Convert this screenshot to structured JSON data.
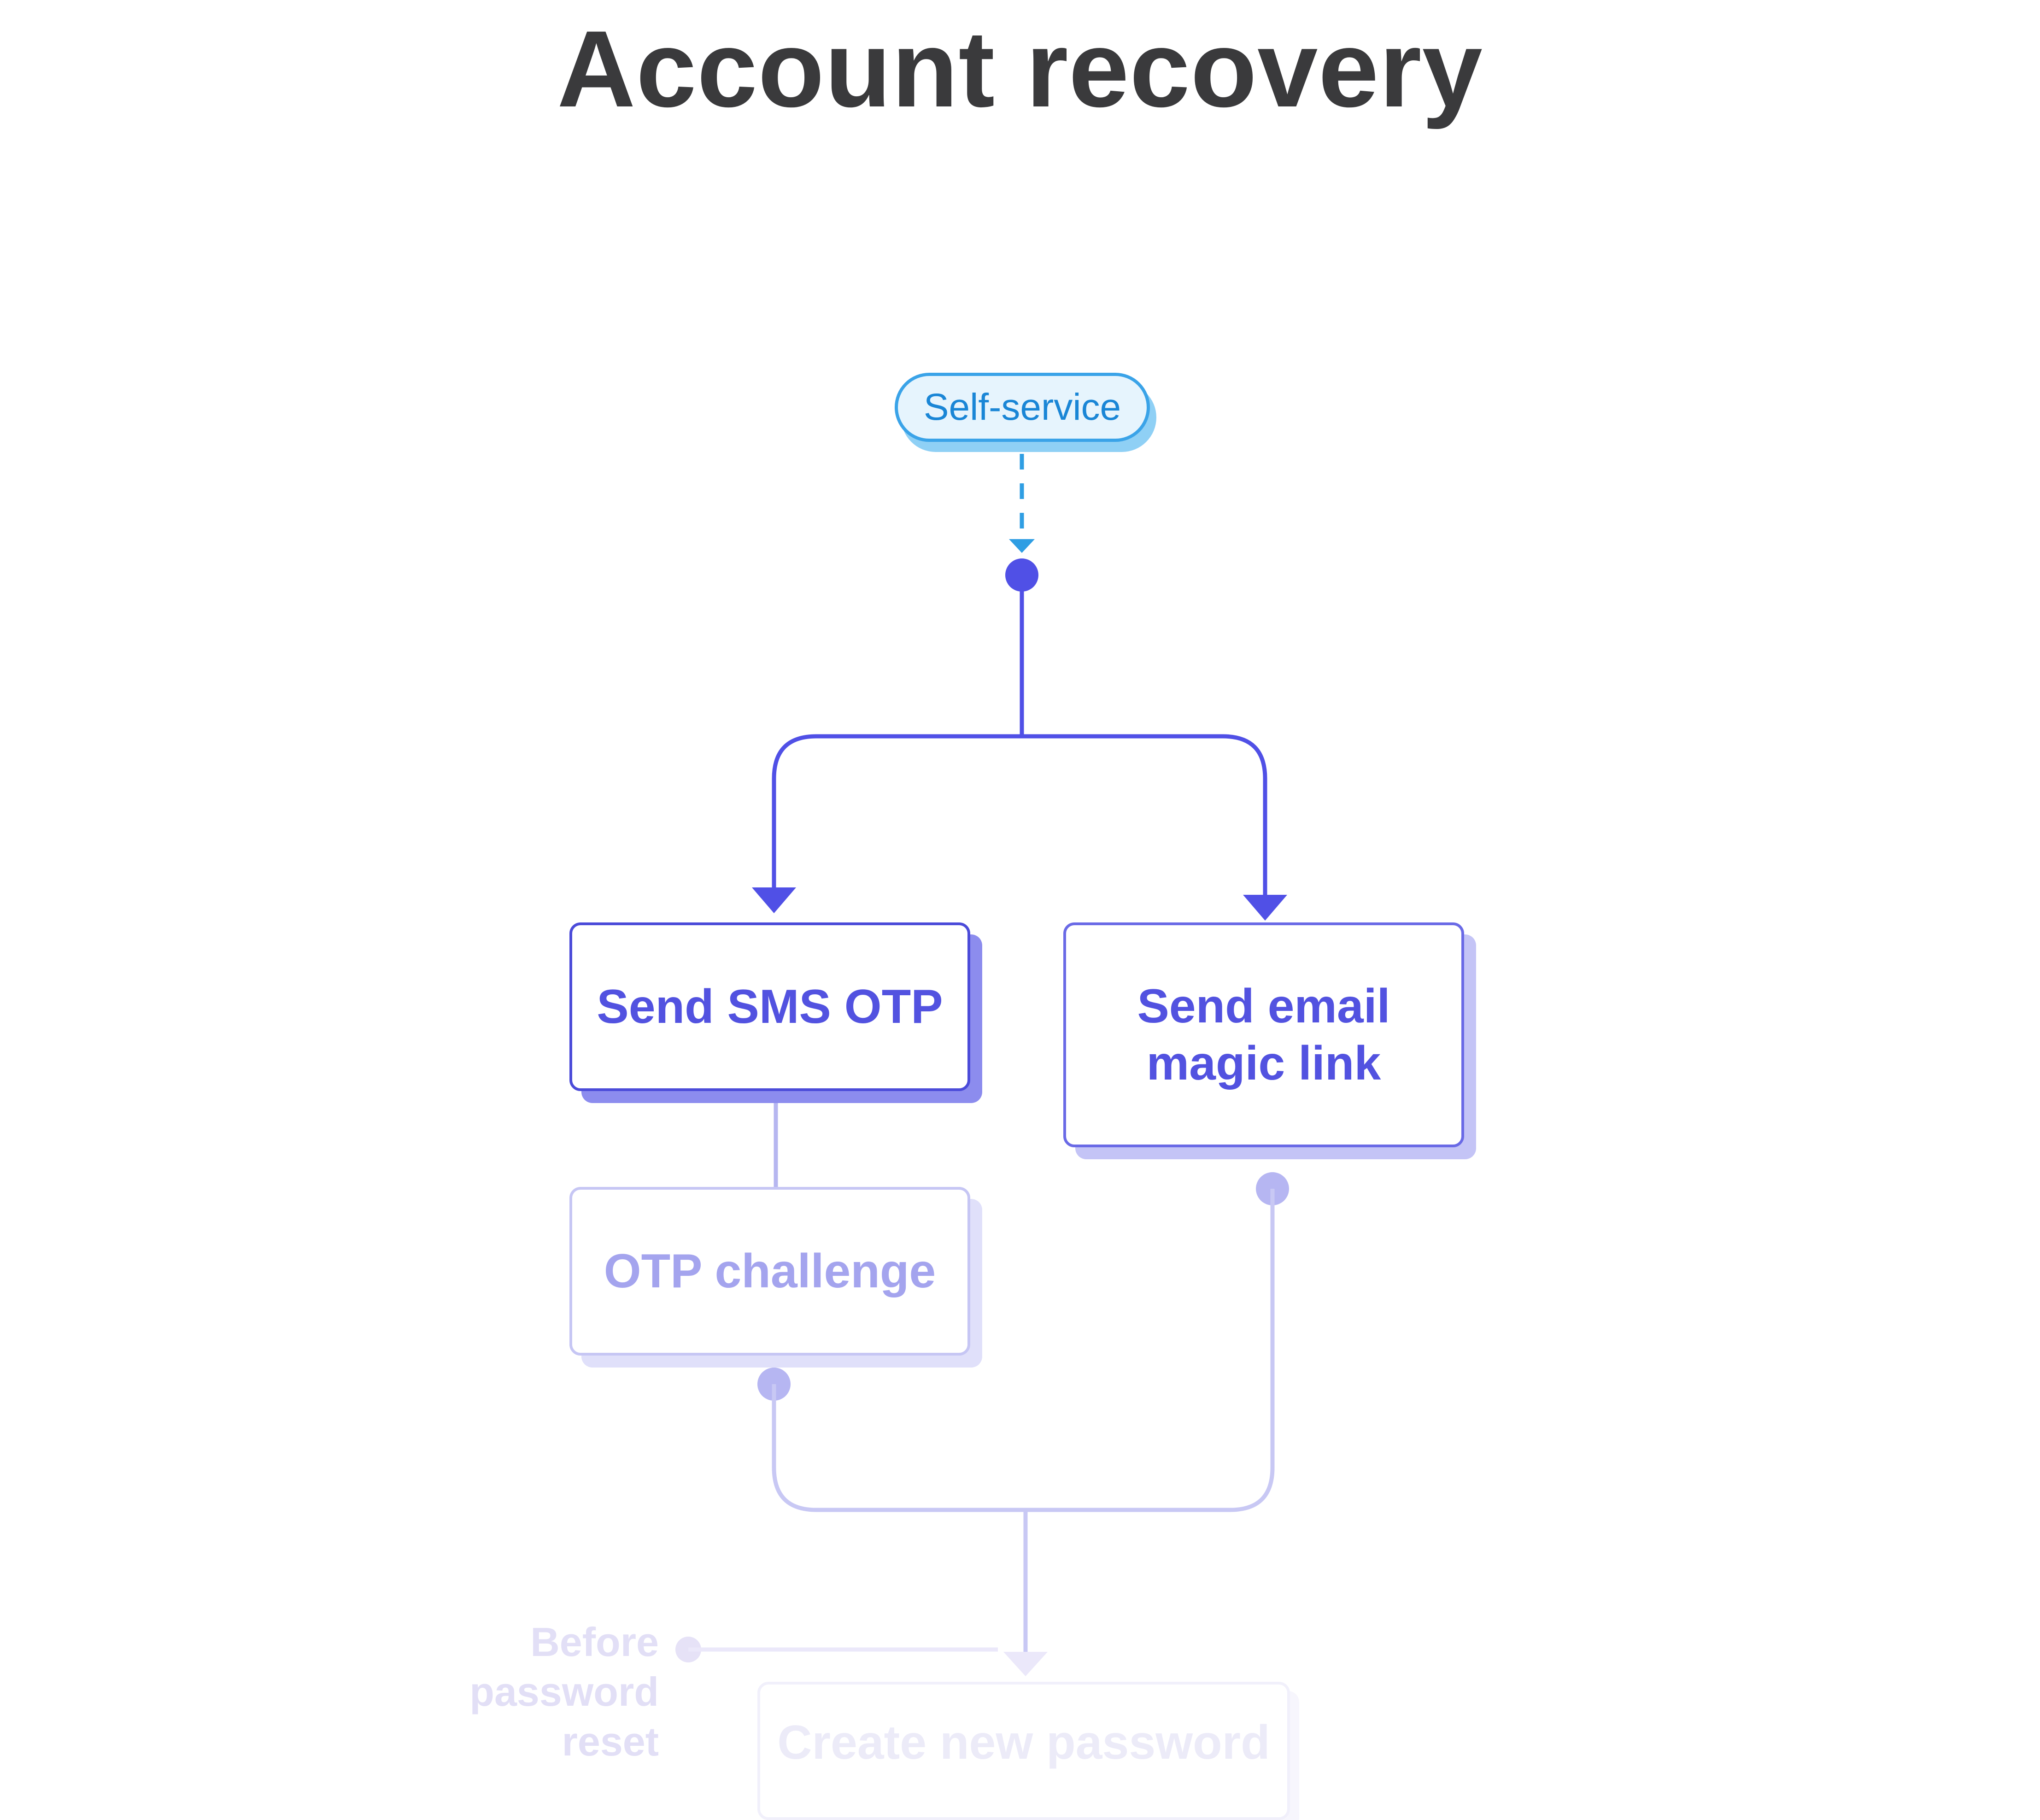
{
  "title": "Account recovery",
  "entry": {
    "label": "Self-service"
  },
  "nodes": {
    "send_sms": {
      "line1": "Send SMS OTP"
    },
    "send_email": {
      "line1": "Send email",
      "line2": "magic link"
    },
    "otp_challenge": {
      "line1": "OTP challenge"
    },
    "create_password": {
      "line1": "Create new password"
    }
  },
  "annotation": {
    "line1": "Before",
    "line2": "password",
    "line3": "reset"
  },
  "colors": {
    "title": "#3a3a3c",
    "entry_border": "#3aa3e8",
    "entry_text": "#1a86d6",
    "primary": "#5252e0",
    "muted": "#a4a4ee",
    "faint": "#e2dff6"
  }
}
